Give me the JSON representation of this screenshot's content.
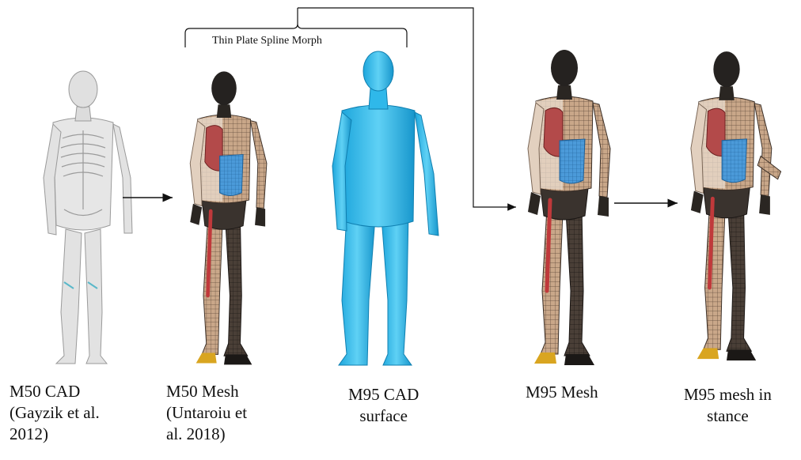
{
  "morph_label": "Thin Plate Spline Morph",
  "figures": [
    {
      "id": "m50-cad",
      "caption_lines": [
        "M50 CAD",
        "(Gayzik et al.",
        "2012)"
      ]
    },
    {
      "id": "m50-mesh",
      "caption_lines": [
        "M50 Mesh",
        "(Untaroiu et",
        "al. 2018)"
      ]
    },
    {
      "id": "m95-cad",
      "caption_lines": [
        "M95 CAD",
        "surface"
      ]
    },
    {
      "id": "m95-mesh",
      "caption_lines": [
        "M95 Mesh"
      ]
    },
    {
      "id": "m95-stance",
      "caption_lines": [
        "M95 mesh in",
        "stance"
      ]
    }
  ],
  "colors": {
    "cad_gray": "#d9d9d9",
    "cad_outline": "#9a9a9a",
    "mesh_tan": "#c8a487",
    "mesh_dark": "#2a2622",
    "lung_red": "#b34a4a",
    "abdomen_blue": "#3d8fd6",
    "surface_cyan": "#2fb8ea",
    "bone_red": "#c0393b",
    "arrow": "#111111"
  }
}
